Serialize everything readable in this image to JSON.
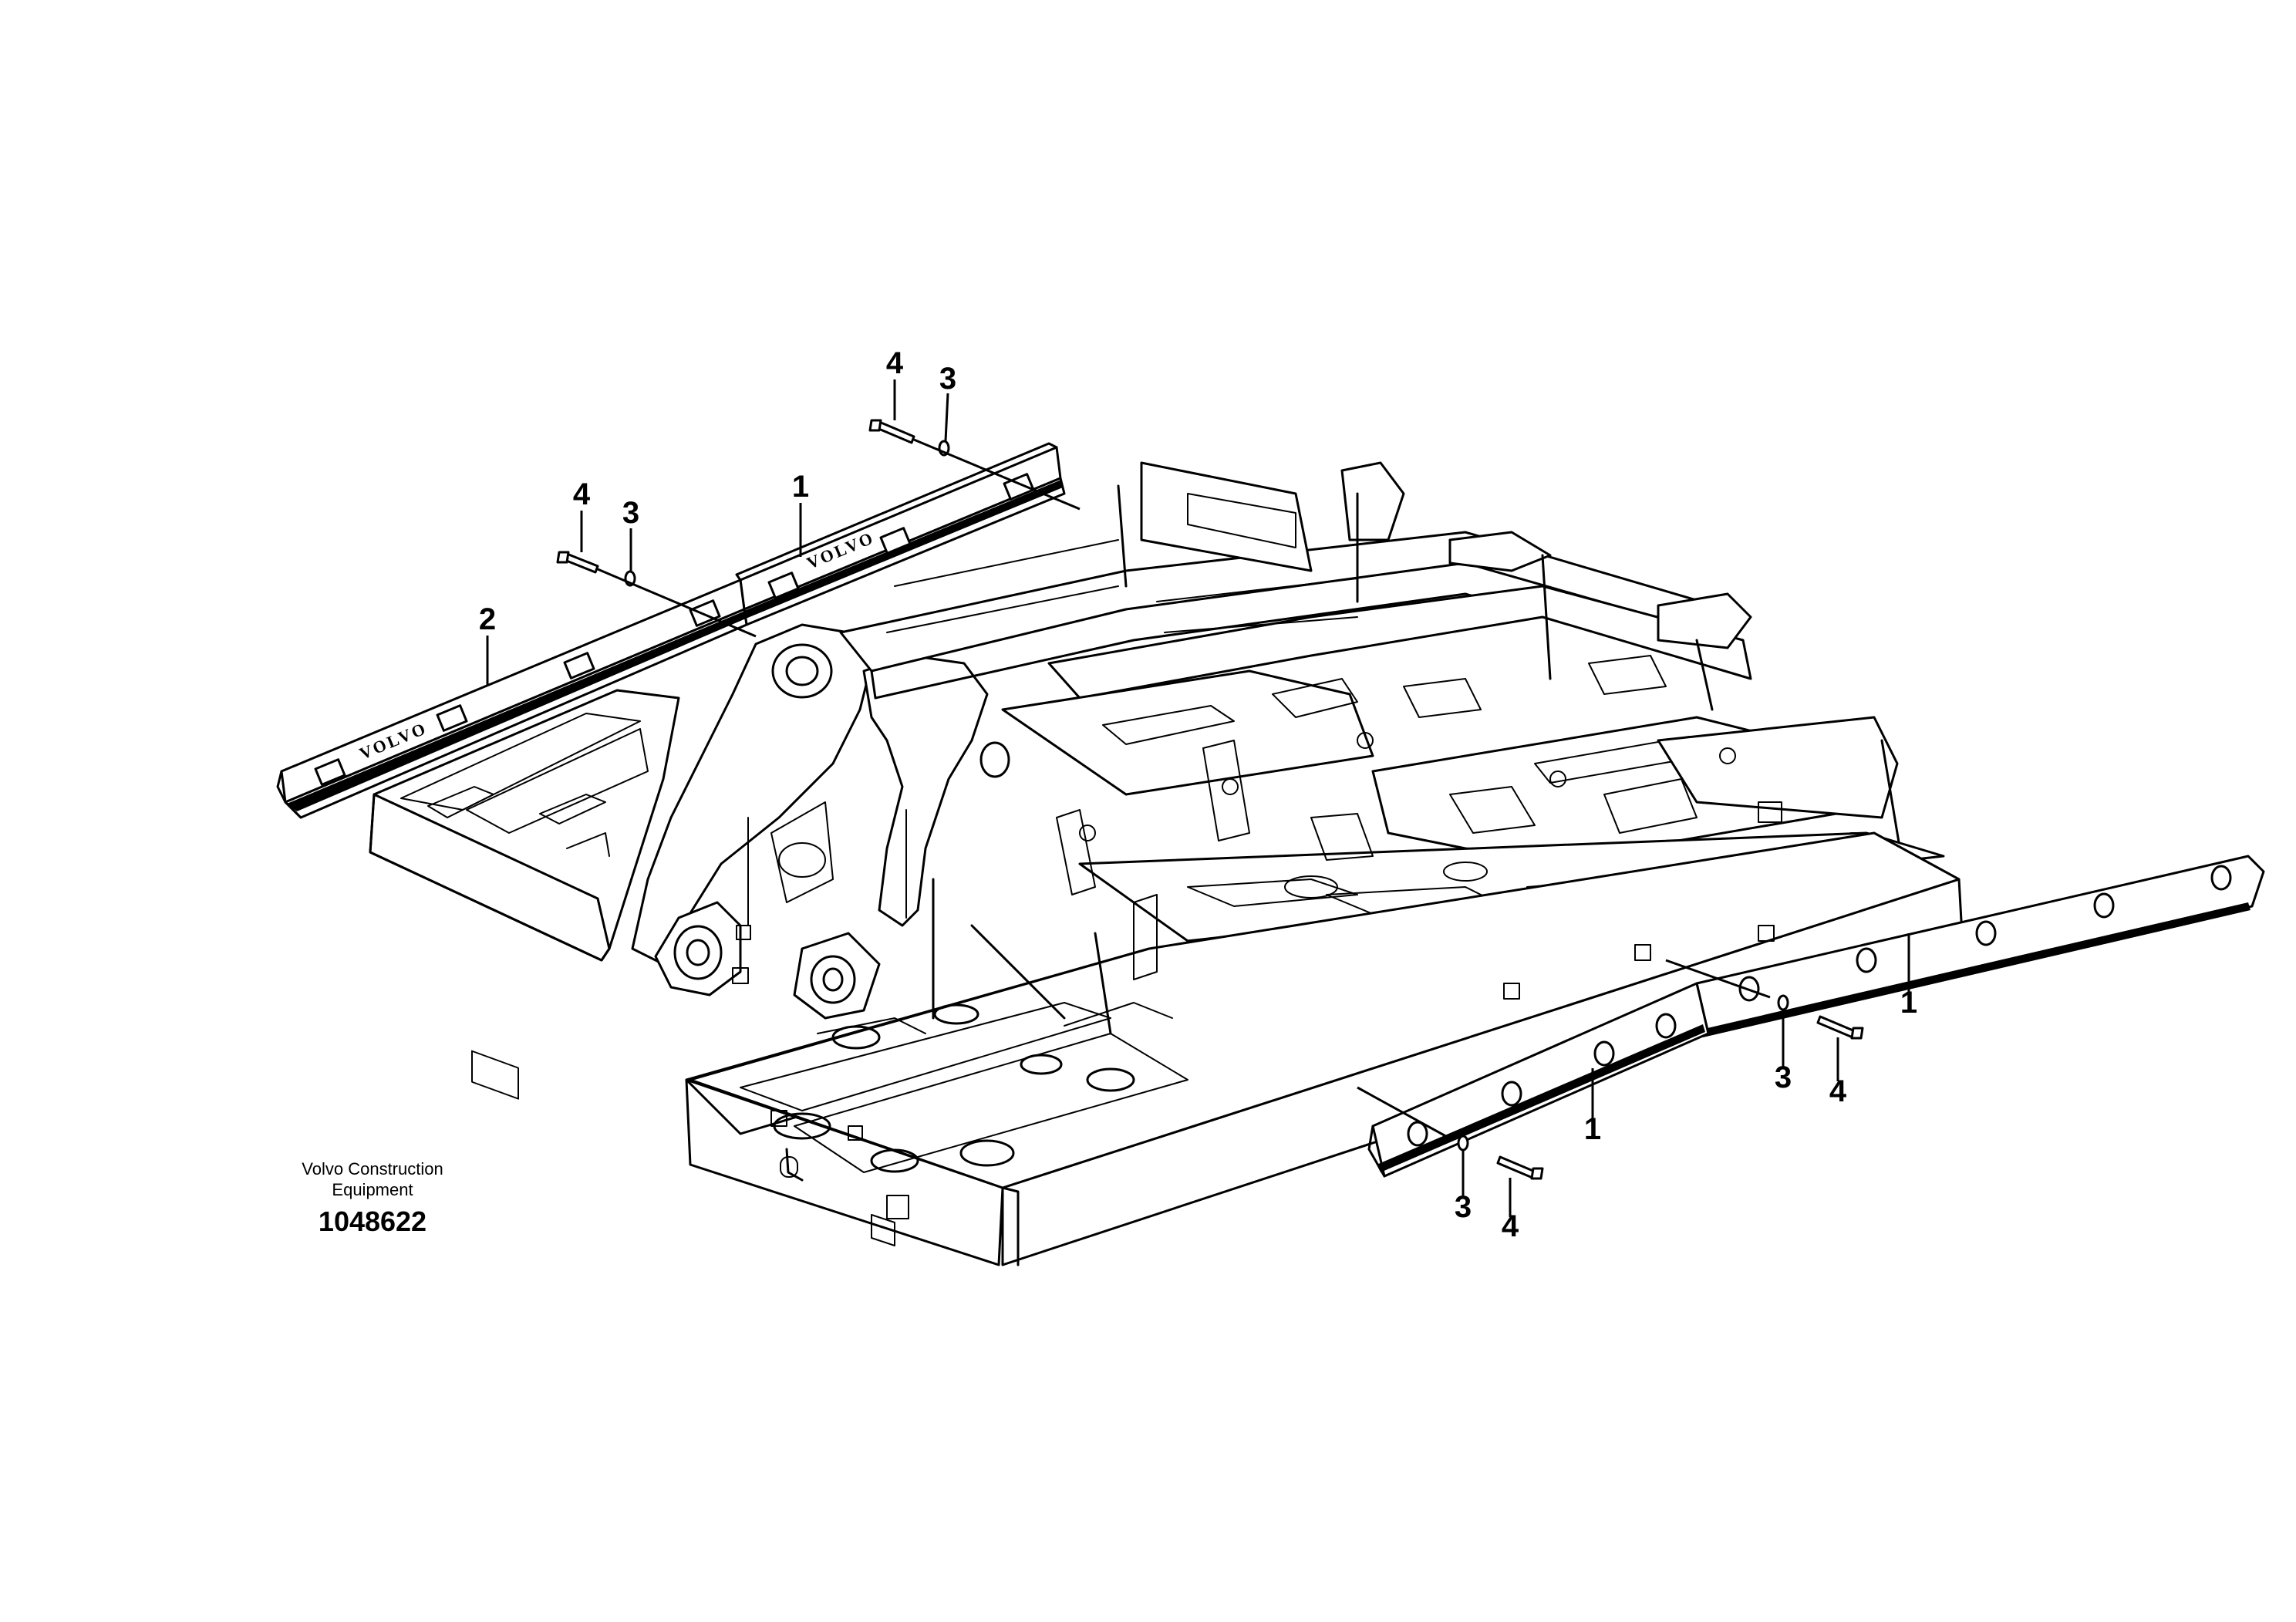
{
  "drawing": {
    "credit_line1": "Volvo Construction",
    "credit_line2": "Equipment",
    "part_number": "1048622",
    "brand_marking": "VOLVO"
  },
  "callouts": {
    "rear_upper_bolt": "4",
    "rear_upper_washer": "3",
    "rear_upper_rail": "1",
    "rear_mid_bolt": "4",
    "rear_mid_washer": "3",
    "rear_lower_rail": "2",
    "front_right_rail": "1",
    "front_right_washer": "3",
    "front_right_bolt": "4",
    "front_left_rail": "1",
    "front_left_washer": "3",
    "front_left_bolt": "4"
  }
}
